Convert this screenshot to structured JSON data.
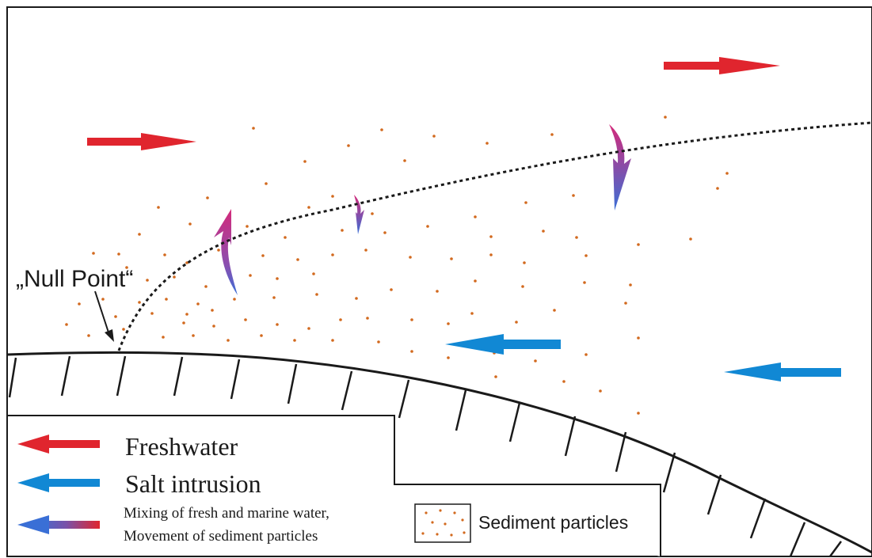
{
  "diagram": {
    "null_point_label": "„Null Point“"
  },
  "legend": {
    "freshwater_label": "Freshwater",
    "salt_label": "Salt intrusion",
    "mixing_line1": "Mixing of fresh and marine water,",
    "mixing_line2": "Movement of sediment particles",
    "sediment_label": "Sediment particles"
  },
  "colors": {
    "freshwater": "#e0252e",
    "salt": "#1188d4",
    "mixing_top": "#d42a7a",
    "mixing_bottom": "#3a6fd6",
    "sediment": "#d2691e",
    "outline": "#1a1a1a"
  },
  "icons": [
    "freshwater-arrow-icon",
    "salt-intrusion-arrow-icon",
    "mixing-arrow-icon",
    "sediment-particles-icon"
  ]
}
